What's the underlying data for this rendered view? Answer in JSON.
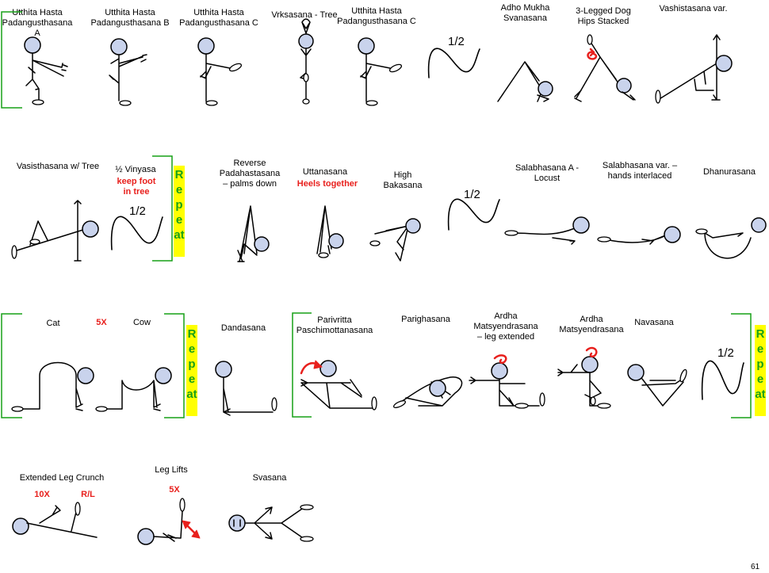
{
  "labels": {
    "utthita_a": "Utthita Hasta\nPadangusthasana A",
    "utthita_b": "Utthita Hasta\nPadangusthasana B",
    "utthita_c1": "Utthita Hasta\nPadangusthasana C",
    "vrksasana": "Vrksasana - Tree",
    "utthita_c2": "Utthita Hasta\nPadangusthasana C",
    "adho_mukha": "Adho Mukha\nSvanasana",
    "three_legged": "3-Legged Dog\nHips Stacked",
    "vashistasana_var": "Vashistasana var.",
    "vasisthasana_tree": "Vasisthasana w/ Tree",
    "half_vinyasa": "½ Vinyasa",
    "reverse_padahastasana": "Reverse\nPadahastasana\n– palms down",
    "uttanasana": "Uttanasana",
    "high_bakasana": "High\nBakasana",
    "salabhasana_a": "Salabhasana A -\nLocust",
    "salabhasana_var": "Salabhasana var. –\nhands interlaced",
    "dhanurasana": "Dhanurasana",
    "cat": "Cat",
    "cow": "Cow",
    "dandasana": "Dandasana",
    "parivritta": "Parivritta\nPaschimottanasana",
    "parighasana": "Parighasana",
    "ardha_leg": "Ardha\nMatsyendrasana\n– leg extended",
    "ardha": "Ardha\nMatsyendrasana",
    "navasana": "Navasana",
    "extended_leg_crunch": "Extended Leg Crunch",
    "leg_lifts": "Leg Lifts",
    "svasana": "Svasana"
  },
  "notes": {
    "keep_foot": "keep foot\nin tree",
    "heels_together": "Heels together",
    "cat_cow_reps": "5X",
    "crunch_reps": "10X",
    "crunch_sides": "R/L",
    "leg_lift_reps": "5X"
  },
  "half_label": "1/2",
  "repeat_text": "Repeat",
  "page_number": "61",
  "colors": {
    "note_red": "#e8201d",
    "repeat_bg": "#ffff00",
    "repeat_text": "#17a017",
    "bracket": "#17a017",
    "head_fill": "#c9d3ec"
  }
}
